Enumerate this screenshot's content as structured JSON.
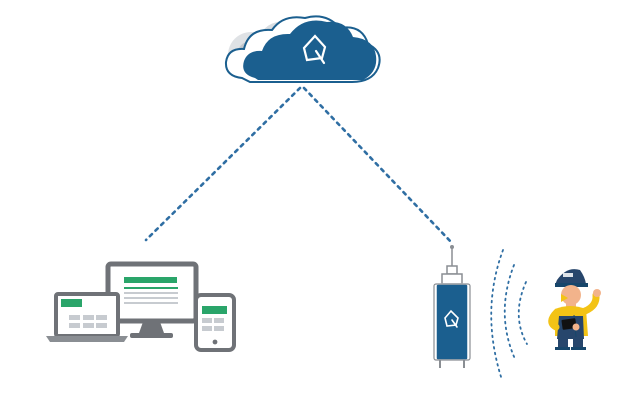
{
  "diagram": {
    "nodes": [
      {
        "id": "cloud",
        "icon": "cloud-icon"
      },
      {
        "id": "devices",
        "icon": "devices-icon"
      },
      {
        "id": "device-unit",
        "icon": "device-unit-icon"
      },
      {
        "id": "technician",
        "icon": "technician-icon"
      }
    ],
    "connections": [
      {
        "from": "cloud",
        "to": "devices",
        "style": "dotted"
      },
      {
        "from": "cloud",
        "to": "device-unit",
        "style": "dotted"
      },
      {
        "from": "device-unit",
        "to": "technician",
        "style": "wireless"
      }
    ]
  },
  "colors": {
    "primary_blue": "#1b5f8f",
    "dark_blue": "#17466b",
    "connection_blue": "#2f6ea3",
    "device_gray": "#6f7277",
    "light_gray": "#d9dcdf",
    "screen_green": "#2aa56a",
    "screen_text": "#c7cbd0",
    "technician_yellow": "#f3c316",
    "technician_navy": "#27466c",
    "skin": "#f2b38b"
  }
}
